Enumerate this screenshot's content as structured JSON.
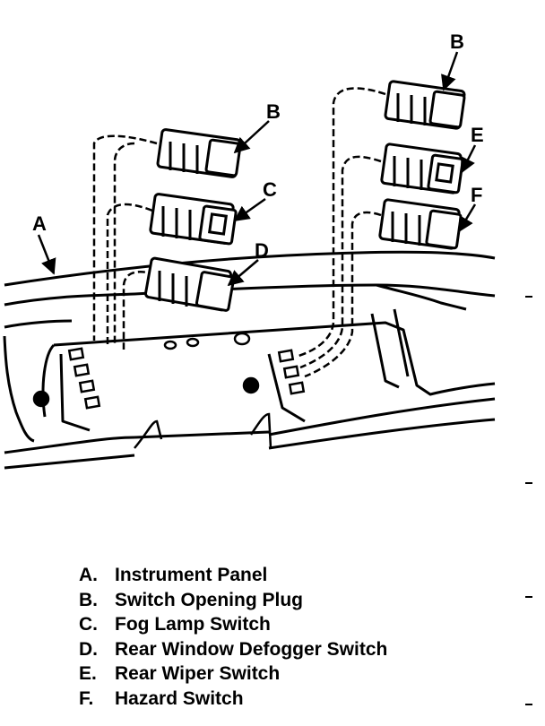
{
  "callouts": {
    "A": "A",
    "B1": "B",
    "B2": "B",
    "C": "C",
    "D": "D",
    "E": "E",
    "F": "F"
  },
  "legend": [
    {
      "letter": "A.",
      "label": "Instrument Panel"
    },
    {
      "letter": "B.",
      "label": "Switch Opening Plug"
    },
    {
      "letter": "C.",
      "label": "Fog Lamp Switch"
    },
    {
      "letter": "D.",
      "label": "Rear Window Defogger Switch"
    },
    {
      "letter": "E.",
      "label": "Rear Wiper Switch"
    },
    {
      "letter": "F.",
      "label": "Hazard Switch"
    }
  ]
}
